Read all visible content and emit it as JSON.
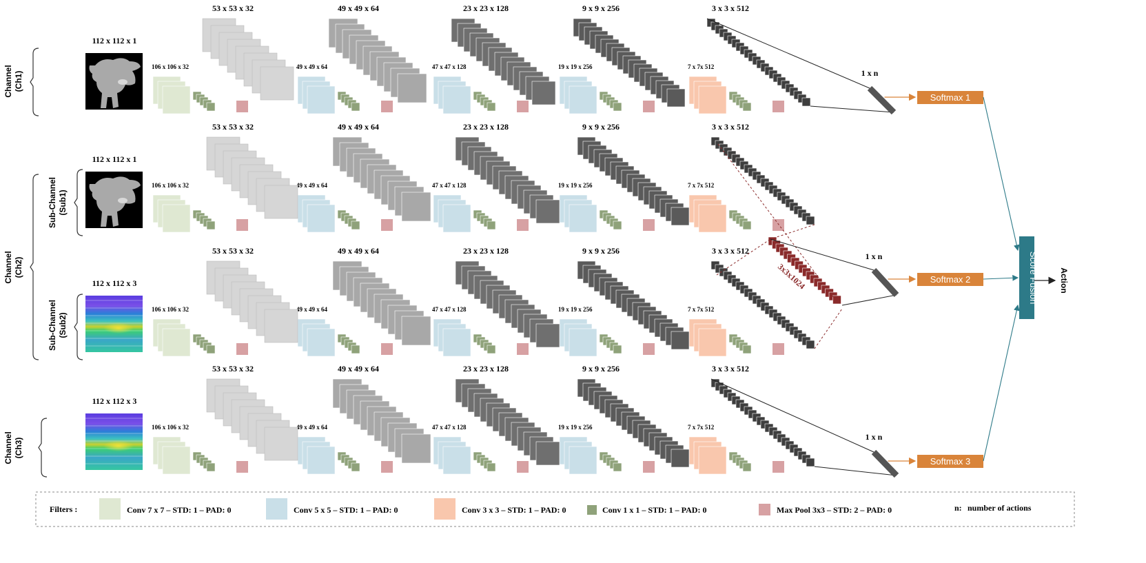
{
  "channels": [
    {
      "label": "Channel",
      "sublabel": "(Ch1)",
      "subchannels": [
        {
          "label": "",
          "sublabel": "",
          "input_dim": "112 x 112 x 1",
          "input_kind": "depth",
          "dims": [
            "53 x 53 x 32",
            "49 x 49 x 64",
            "23 x 23 x 128",
            "9 x 9 x 256",
            "3 x 3 x 512"
          ],
          "small_dims": [
            "106 x 106 x 32",
            "49 x 49 x 64",
            "47 x 47 x 128",
            "19 x 19 x 256",
            "7 x 7x 512"
          ]
        }
      ],
      "fc": "1 x n",
      "softmax": "Softmax 1"
    },
    {
      "label": "Channel",
      "sublabel": "(Ch2)",
      "subchannels": [
        {
          "label": "Sub-Channel",
          "sublabel": "(Sub1)",
          "input_dim": "112 x 112 x 1",
          "input_kind": "depth",
          "dims": [
            "53 x 53 x 32",
            "49 x 49 x 64",
            "23 x 23 x 128",
            "9 x 9 x 256",
            "3 x 3 x 512"
          ],
          "small_dims": [
            "106 x 106 x 32",
            "49 x 49 x 64",
            "47 x 47 x 128",
            "19 x 19 x 256",
            "7 x 7x 512"
          ]
        },
        {
          "label": "Sub-Channel",
          "sublabel": "(Sub2)",
          "input_dim": "112 x 112 x 3",
          "input_kind": "map",
          "dims": [
            "53 x 53 x 32",
            "49 x 49 x 64",
            "23 x 23 x 128",
            "9 x 9 x 256",
            "3 x 3 x 512"
          ],
          "small_dims": [
            "106 x 106 x 32",
            "49 x 49 x 64",
            "47 x 47 x 128",
            "19 x 19 x 256",
            "7 x 7x 512"
          ]
        }
      ],
      "concat": "3x3x1024",
      "fc": "1 x n",
      "softmax": "Softmax 2"
    },
    {
      "label": "Channel",
      "sublabel": "(Ch3)",
      "subchannels": [
        {
          "label": "",
          "sublabel": "",
          "input_dim": "112 x 112 x 3",
          "input_kind": "map",
          "dims": [
            "53 x 53 x 32",
            "49 x 49 x 64",
            "23 x 23 x 128",
            "9 x 9 x 256",
            "3 x 3 x 512"
          ],
          "small_dims": [
            "106 x 106 x 32",
            "49 x 49 x 64",
            "47 x 47 x 128",
            "19 x 19 x 256",
            "7 x 7x 512"
          ]
        }
      ],
      "fc": "1 x n",
      "softmax": "Softmax 3"
    }
  ],
  "fusion": "Score Fusion",
  "output": "Action",
  "legend": {
    "title": "Filters :",
    "items": [
      {
        "label": "Conv 7 x 7 – STD: 1 – PAD: 0",
        "color": "#dfe8d2"
      },
      {
        "label": "Conv 5 x 5 – STD: 1 – PAD: 0",
        "color": "#c9dfe8"
      },
      {
        "label": "Conv 3 x 3 – STD: 1 – PAD: 0",
        "color": "#f9c7ad"
      },
      {
        "label": "Conv 1 x 1 – STD: 1 – PAD: 0",
        "color": "#8fa27a"
      },
      {
        "label": "Max Pool 3x3 – STD: 2 – PAD: 0",
        "color": "#d7a1a3"
      }
    ],
    "note_key": "n:",
    "note_text": "number of actions"
  },
  "colors": {
    "conv7": "#dfe8d2",
    "conv5": "#c9dfe8",
    "conv3": "#f9c7ad",
    "conv1": "#8fa27a",
    "pool": "#d7a1a3",
    "stage": [
      "#dadada",
      "#c4c4c4",
      "#a6a6a6",
      "#7a7a7a",
      "#555555",
      "#3a3a3a"
    ],
    "softmax": "#d9843a",
    "fusion": "#2d7a88",
    "concat": "#8a2a2a",
    "arrow": "#2d7a88"
  }
}
